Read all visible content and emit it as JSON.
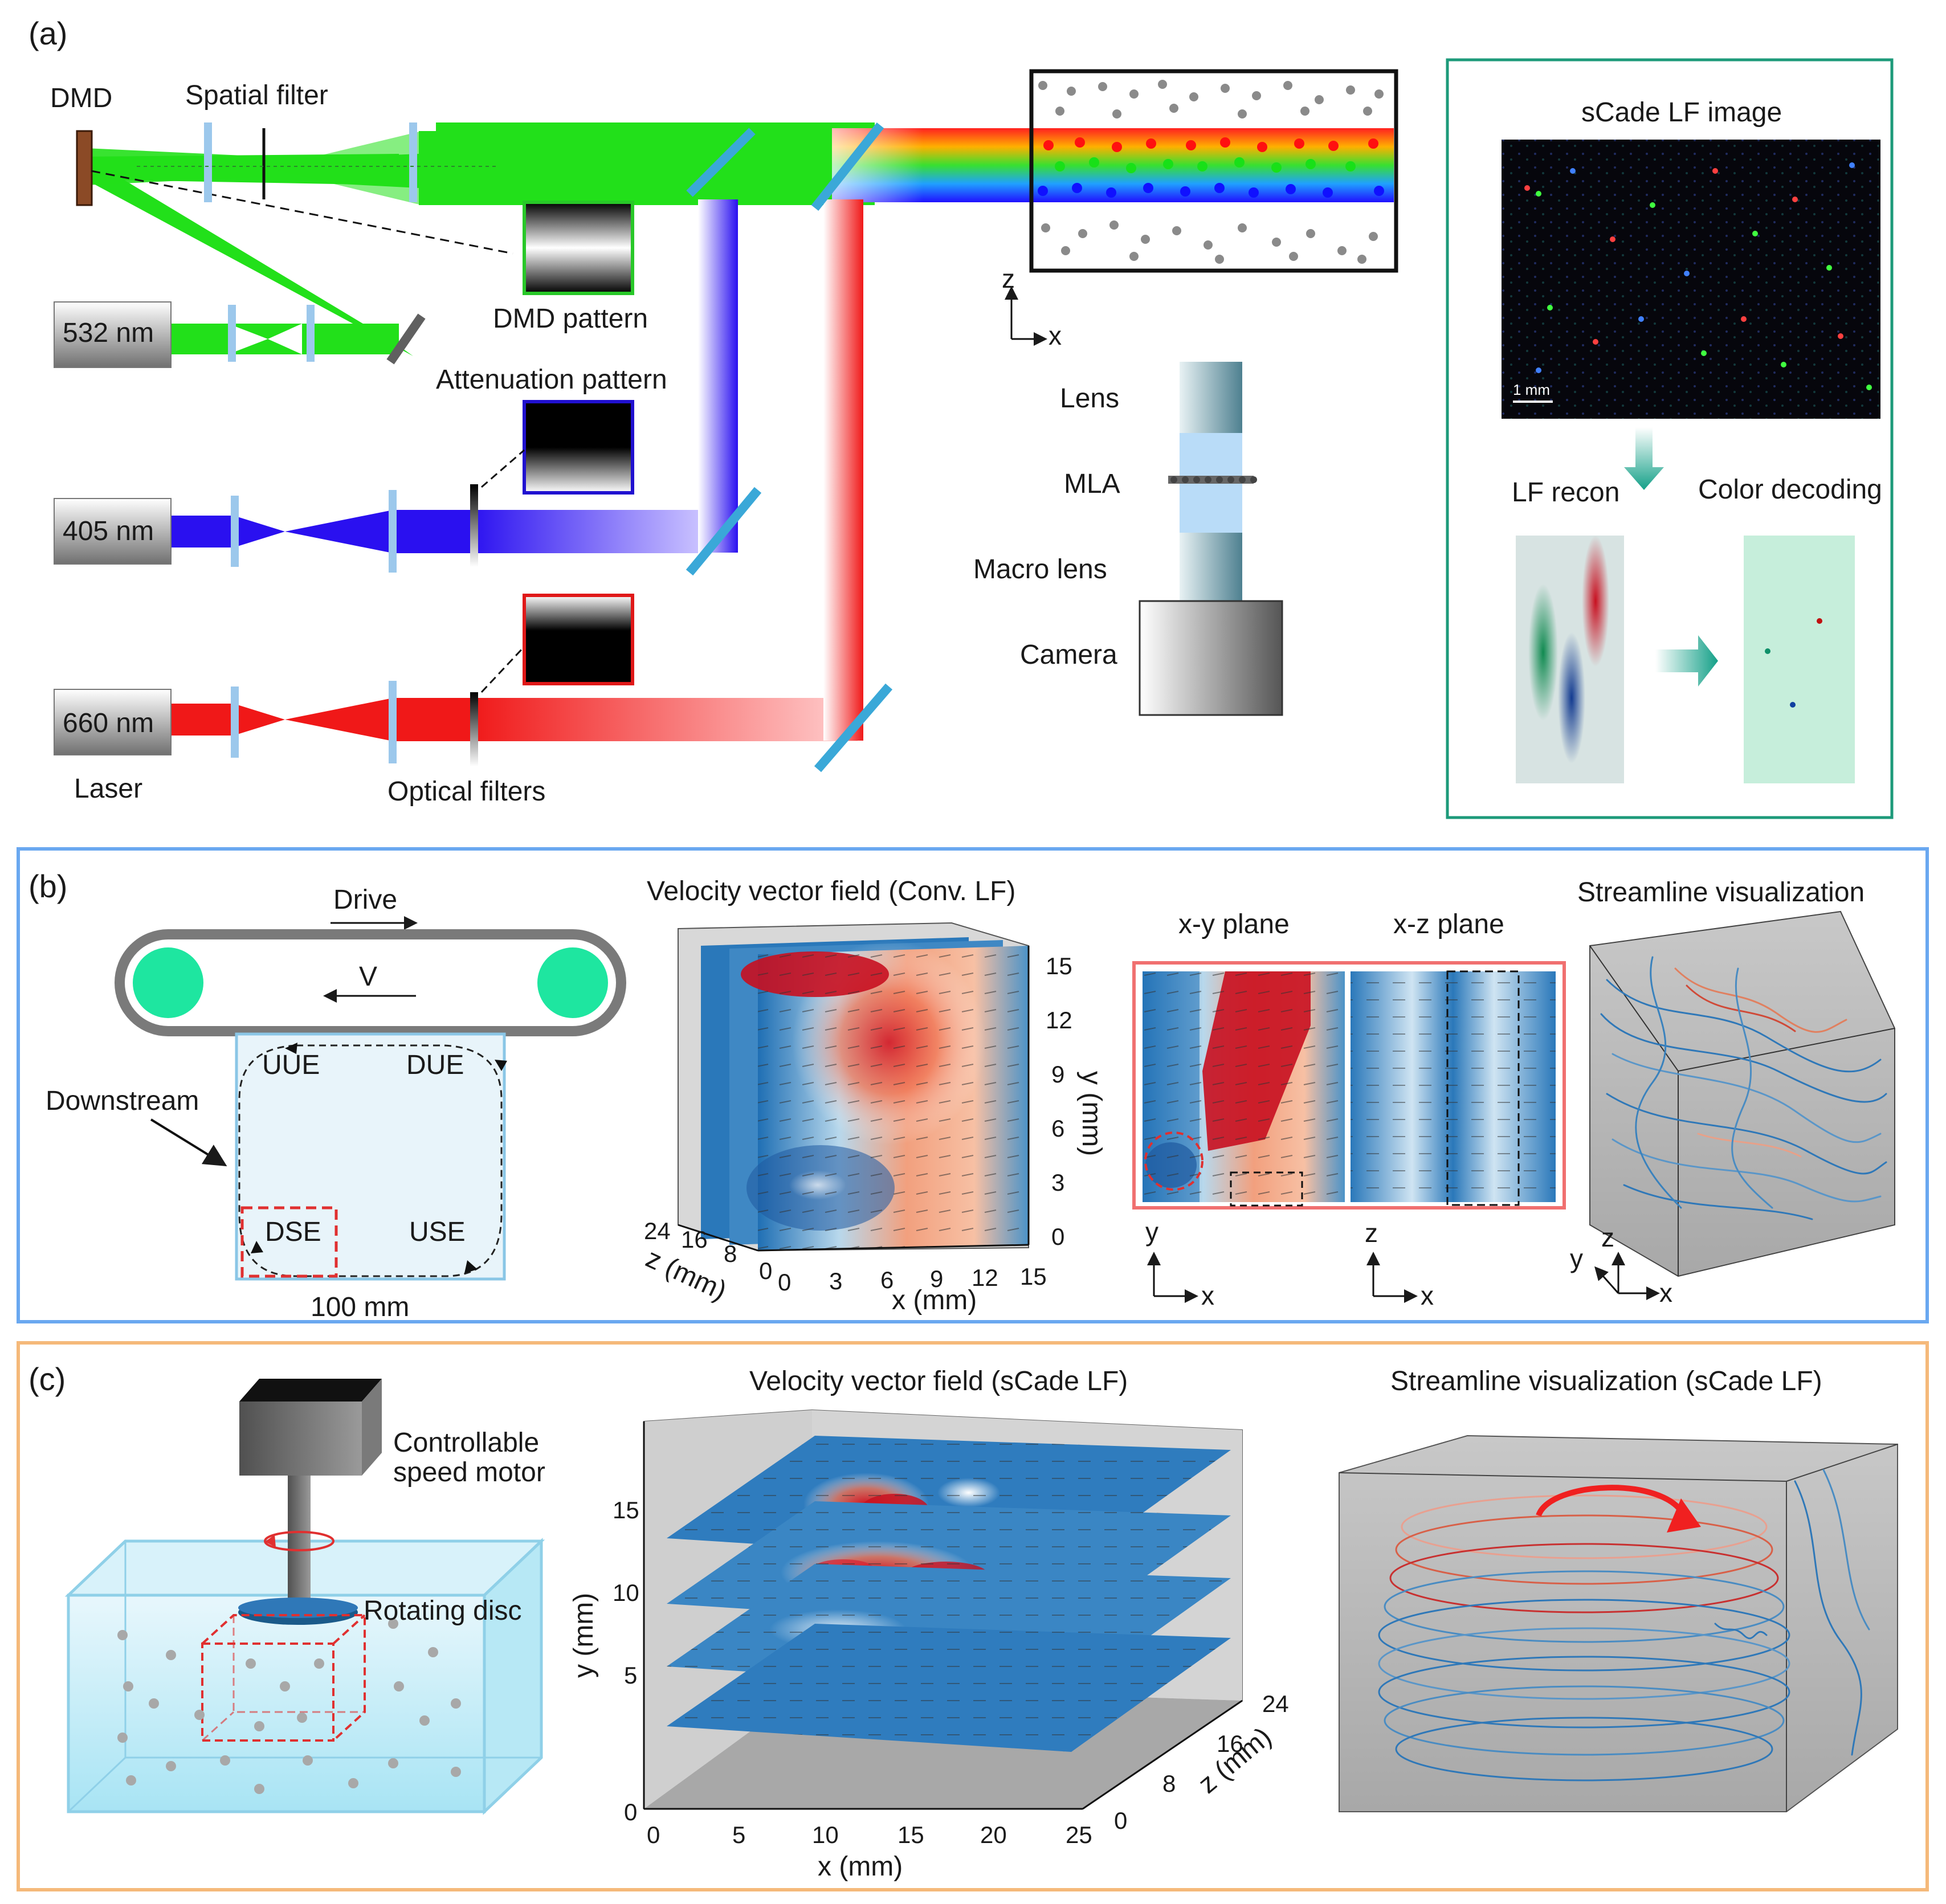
{
  "panel_a": {
    "label": "(a)",
    "dmd": "DMD",
    "spatial_filter": "Spatial filter",
    "dmd_pattern": "DMD pattern",
    "attenuation_pattern": "Attenuation pattern",
    "laser_532": "532 nm",
    "laser_405": "405 nm",
    "laser_660": "660 nm",
    "laser": "Laser",
    "optical_filters": "Optical filters",
    "axis_z": "z",
    "axis_x": "x",
    "lens": "Lens",
    "mla": "MLA",
    "macro_lens": "Macro lens",
    "camera": "Camera",
    "scade_lf_image": "sCade LF image",
    "scale_bar": "1 mm",
    "lf_recon": "LF recon",
    "color_decoding": "Color decoding"
  },
  "panel_b": {
    "label": "(b)",
    "drive": "Drive",
    "v": "V",
    "uue": "UUE",
    "due": "DUE",
    "dse": "DSE",
    "use": "USE",
    "downstream": "Downstream",
    "width": "100 mm",
    "vfield_title": "Velocity vector field (Conv. LF)",
    "y_ticks": [
      "15",
      "12",
      "9",
      "6",
      "3",
      "0"
    ],
    "x_ticks": [
      "0",
      "3",
      "6",
      "9",
      "12",
      "15"
    ],
    "z_ticks": [
      "24",
      "16",
      "8",
      "0"
    ],
    "y_label": "y (mm)",
    "x_label": "x (mm)",
    "z_label": "z (mm)",
    "xy_plane": "x-y plane",
    "xz_plane": "x-z plane",
    "streamline_title": "Streamline visualization",
    "ax_y": "y",
    "ax_z": "z",
    "ax_x": "x"
  },
  "panel_c": {
    "label": "(c)",
    "motor": "Controllable",
    "motor2": "speed motor",
    "disc": "Rotating disc",
    "vfield_title": "Velocity vector field (sCade LF)",
    "y_ticks": [
      "15",
      "10",
      "5",
      "0"
    ],
    "x_ticks": [
      "0",
      "5",
      "10",
      "15",
      "20",
      "25"
    ],
    "z_ticks": [
      "24",
      "16",
      "8",
      "0"
    ],
    "y_label": "y (mm)",
    "x_label": "x (mm)",
    "z_label": "z (mm)",
    "streamline_title": "Streamline visualization (sCade LF)"
  },
  "colors": {
    "green_beam": "#22e01a",
    "blue_beam": "#2a10f0",
    "red_beam": "#f01818",
    "panel_b_frame": "#6aa8f0",
    "panel_c_frame": "#f5b97a",
    "decode_frame": "#1d9a7a"
  }
}
